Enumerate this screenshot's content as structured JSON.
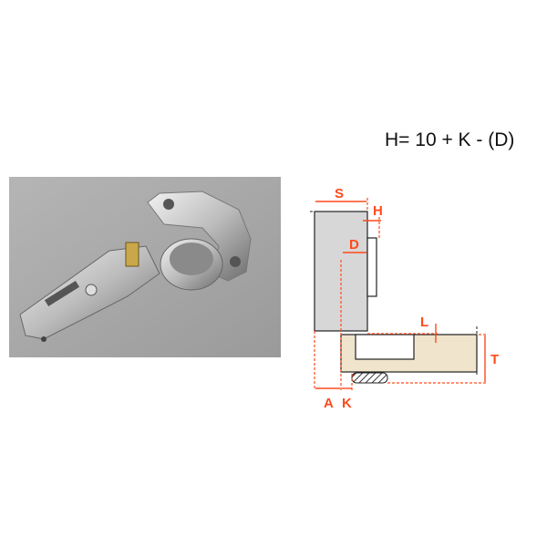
{
  "formula": "H= 10 + K - (D)",
  "labels": {
    "S": "S",
    "H": "H",
    "D": "D",
    "L": "L",
    "T": "T",
    "A": "A",
    "K": "K"
  },
  "colors": {
    "accent": "#ff4a1c",
    "panel": "#d7d7d7",
    "door": "#f0e4cd",
    "photo_bg": "#a9a9a9"
  }
}
